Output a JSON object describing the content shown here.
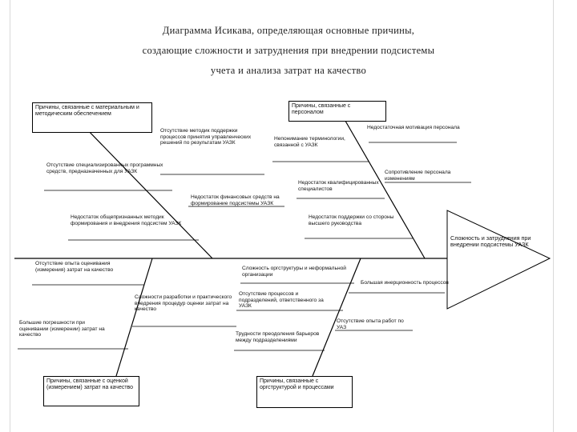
{
  "title": {
    "line1": "Диаграмма Исикава, определяющая основные причины,",
    "line2": "создающие сложности и затруднения при внедрении подсистемы",
    "line3": "учета и анализа затрат на качество"
  },
  "head": {
    "text": "Сложность и затруднения при внедрении подсистемы УАЗК"
  },
  "categories": {
    "top_left": "Причины, связанные с материальным и методическим обеспечением",
    "top_right": "Причины, связанные с персоналом",
    "bottom_left": "Причины, связанные с оценкой (измерением) затрат на качество",
    "bottom_right": "Причины, связанные с оргструктурой и процессами"
  },
  "causes": {
    "tl1": "Отсутствие методик поддержки процессов принятия управленческих решений по результатам УАЗК",
    "tl2": "Отсутствие специализированных программных средств, предназначенных для УАЗК",
    "tl3": "Недостаток финансовых средств на формирование подсистемы УАЗК",
    "tl4": "Недостаток общепризнанных методик формирования и внедрения подсистем УАЗК",
    "tr1": "Недостаточная мотивация персонала",
    "tr2": "Непонимание терминологии, связанной с УАЗК",
    "tr3": "Сопротивление персонала изменениям",
    "tr4": "Недостаток квалифицированных специалистов",
    "tr5": "Недостаток поддержки со стороны высшего руководства",
    "bl1": "Отсутствие опыта оценивания (измерения) затрат на качество",
    "bl2": "Сложности разработки и практического внедрения процедур оценки затрат на качество",
    "bl3": "Большие погрешности при оценивании (измерении) затрат на качество",
    "br1": "Сложность оргструктуры и неформальной организации",
    "br2": "Большая инерционность процессов",
    "br3": "Отсутствие процессов и подразделений, ответственного за УАЗК",
    "br4": "Отсутствие опыта работ по УАЗ",
    "br5": "Трудности преодоления барьеров между подразделениями"
  }
}
